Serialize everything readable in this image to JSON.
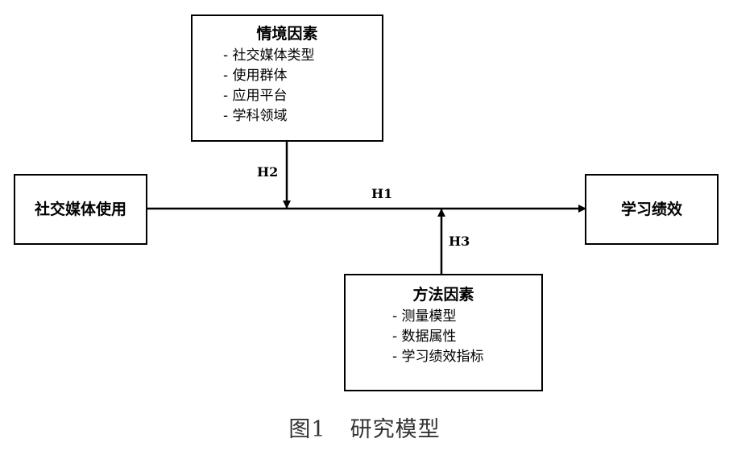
{
  "context_box": {
    "title": "情境因素",
    "items": [
      "- 社交媒体类型",
      "- 使用群体",
      "- 应用平台",
      "- 学科领域"
    ]
  },
  "method_box": {
    "title": "方法因素",
    "items": [
      "- 测量模型",
      "- 数据属性",
      "- 学习绩效指标"
    ]
  },
  "source_box": {
    "label": "社交媒体使用"
  },
  "target_box": {
    "label": "学习绩效"
  },
  "hypotheses": {
    "h1": "H1",
    "h2": "H2",
    "h3": "H3"
  },
  "caption": {
    "figure_number": "图1",
    "title": "研究模型"
  }
}
